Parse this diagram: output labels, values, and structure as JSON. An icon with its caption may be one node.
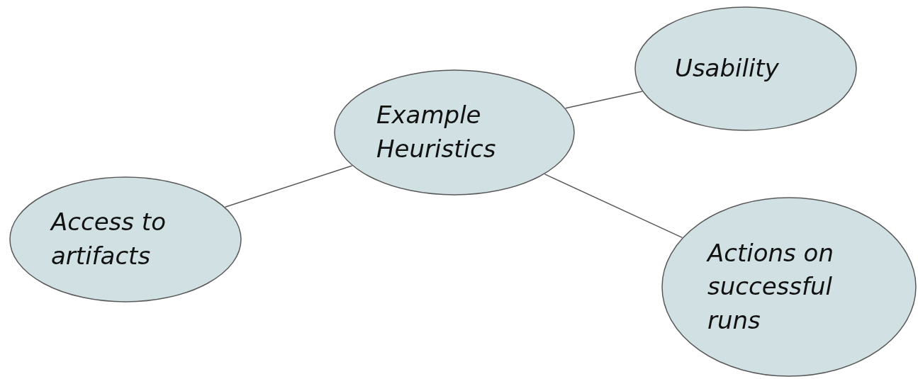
{
  "diagram": {
    "nodes": [
      {
        "text": [
          "Example Heuristics"
        ]
      },
      {
        "text": [
          "Usability"
        ]
      },
      {
        "text": [
          "Access to artifacts"
        ]
      },
      {
        "text": [
          "Actions on successful runs"
        ]
      }
    ],
    "edges": [
      {
        "from": 0,
        "to": 2,
        "arrow": "none"
      },
      {
        "from": 0,
        "to": 1,
        "arrow": "none"
      },
      {
        "from": 0,
        "to": 3,
        "arrow": "none"
      }
    ]
  }
}
